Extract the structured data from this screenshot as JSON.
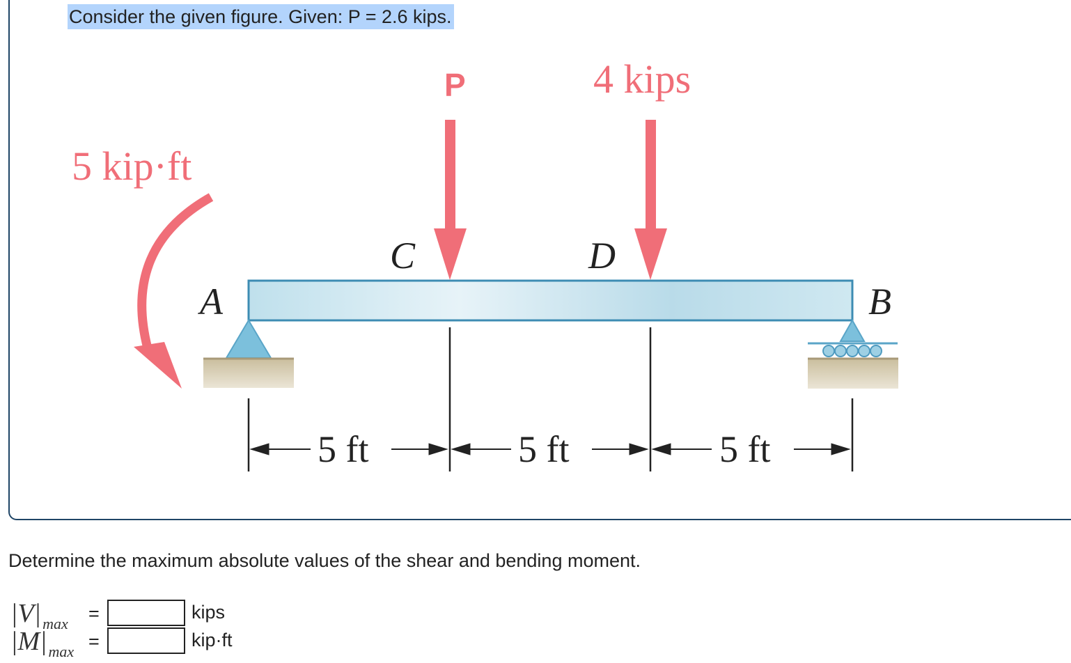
{
  "intro_text": "Consider the given figure. Given: P = 2.6 kips.",
  "figure": {
    "load_p_label": "P",
    "load_d_label": "4 kips",
    "couple_label": "5 kip·ft",
    "point_a": "A",
    "point_b": "B",
    "point_c": "C",
    "point_d": "D",
    "dim_1": "5 ft",
    "dim_2": "5 ft",
    "dim_3": "5 ft"
  },
  "question": "Determine the maximum absolute values of the shear and bending moment.",
  "answers": [
    {
      "symbol": "|V|",
      "subscript": "max",
      "equals": "=",
      "value": "",
      "unit": "kips"
    },
    {
      "symbol": "|M|",
      "subscript": "max",
      "equals": "=",
      "value": "",
      "unit": "kip·ft"
    }
  ],
  "colors": {
    "load_arrow": "#f06e78",
    "beam_fill": "#c6e3ee",
    "beam_stroke": "#3d8cb3",
    "support": "#7cc0dc",
    "ground": "#d8ceb4",
    "panel_border": "#1f4566",
    "highlight": "#b3d4fc"
  }
}
